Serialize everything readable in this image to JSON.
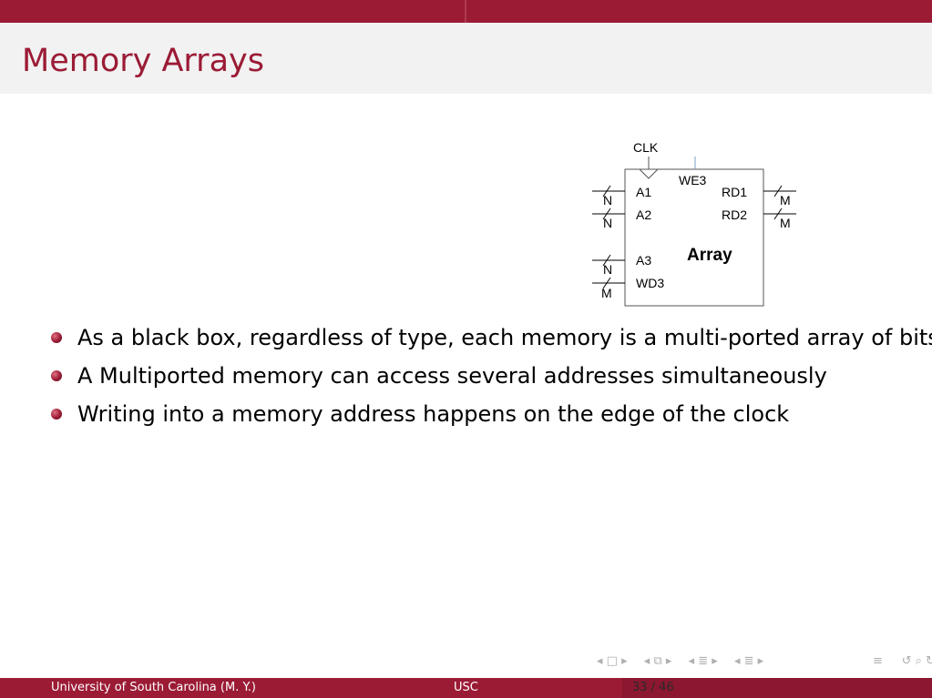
{
  "slide": {
    "title": "Memory Arrays"
  },
  "figure": {
    "clk": "CLK",
    "we": "WE3",
    "a1": "A1",
    "a2": "A2",
    "a3": "A3",
    "wd3": "WD3",
    "rd1": "RD1",
    "rd2": "RD2",
    "block": "Array",
    "bus_n": "N",
    "bus_m": "M"
  },
  "bullets": [
    "As a black box, regardless of type, each memory is a multi-ported array of bits",
    "A Multiported memory can access several addresses simultaneously",
    "Writing into a memory address happens on the edge of the clock"
  ],
  "nav_icons": [
    "prev-frame-icon",
    "frame-icon",
    "next-frame-icon",
    "prev-subsection-icon",
    "subsection-icon",
    "next-subsection-icon",
    "prev-section-icon",
    "section-icon",
    "next-section-icon",
    "align-icon",
    "search-icon",
    "undo-icon"
  ],
  "footer": {
    "author": "University of South Carolina  (M. Y.)",
    "institute": "USC",
    "page": "33 / 46"
  },
  "colors": {
    "accent": "#9b1b35",
    "title_band": "#f2f2f2"
  }
}
